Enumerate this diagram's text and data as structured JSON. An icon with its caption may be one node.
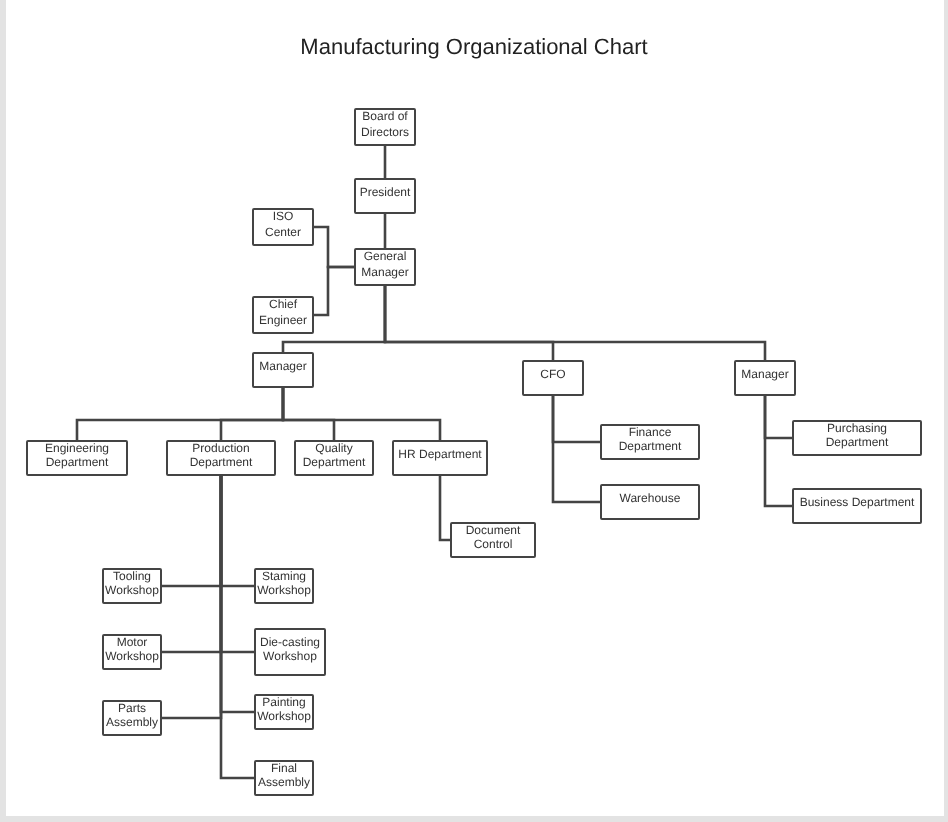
{
  "diagram": {
    "title": "Manufacturing Organizational Chart",
    "nodes": [
      {
        "text": [
          "Board of Directors"
        ]
      },
      {
        "text": [
          "President"
        ]
      },
      {
        "text": [
          "ISO Center"
        ]
      },
      {
        "text": [
          "General Manager"
        ]
      },
      {
        "text": [
          "Chief Engineer"
        ]
      },
      {
        "text": [
          "Manager"
        ]
      },
      {
        "text": [
          "CFO"
        ]
      },
      {
        "text": [
          "Manager"
        ]
      },
      {
        "text": [
          "Engineering Department"
        ]
      },
      {
        "text": [
          "Production Department"
        ]
      },
      {
        "text": [
          "Quality Department"
        ]
      },
      {
        "text": [
          "HR Department"
        ]
      },
      {
        "text": [
          "Finance Department"
        ]
      },
      {
        "text": [
          "Warehouse"
        ]
      },
      {
        "text": [
          "Purchasing Department"
        ]
      },
      {
        "text": [
          "Business Department"
        ]
      },
      {
        "text": [
          "Document Control"
        ]
      },
      {
        "text": [
          "Tooling Workshop"
        ]
      },
      {
        "text": [
          "Staming Workshop"
        ]
      },
      {
        "text": [
          "Motor Workshop"
        ]
      },
      {
        "text": [
          "Die-casting Workshop"
        ]
      },
      {
        "text": [
          "Parts Assembly"
        ]
      },
      {
        "text": [
          "Painting Workshop"
        ]
      },
      {
        "text": [
          "Final Assembly"
        ]
      }
    ],
    "edges": [
      {
        "from": 0,
        "to": 1,
        "arrow": "none"
      },
      {
        "from": 1,
        "to": 3,
        "arrow": "none"
      },
      {
        "from": 3,
        "to": 2,
        "arrow": "none"
      },
      {
        "from": 3,
        "to": 4,
        "arrow": "none"
      },
      {
        "from": 3,
        "to": 5,
        "arrow": "none"
      },
      {
        "from": 3,
        "to": 6,
        "arrow": "none"
      },
      {
        "from": 3,
        "to": 7,
        "arrow": "none"
      },
      {
        "from": 5,
        "to": 8,
        "arrow": "none"
      },
      {
        "from": 5,
        "to": 9,
        "arrow": "none"
      },
      {
        "from": 5,
        "to": 10,
        "arrow": "none"
      },
      {
        "from": 5,
        "to": 11,
        "arrow": "none"
      },
      {
        "from": 6,
        "to": 12,
        "arrow": "none"
      },
      {
        "from": 6,
        "to": 13,
        "arrow": "none"
      },
      {
        "from": 7,
        "to": 14,
        "arrow": "none"
      },
      {
        "from": 7,
        "to": 15,
        "arrow": "none"
      },
      {
        "from": 11,
        "to": 16,
        "arrow": "none"
      },
      {
        "from": 9,
        "to": 17,
        "arrow": "none"
      },
      {
        "from": 9,
        "to": 18,
        "arrow": "none"
      },
      {
        "from": 9,
        "to": 19,
        "arrow": "none"
      },
      {
        "from": 9,
        "to": 20,
        "arrow": "none"
      },
      {
        "from": 9,
        "to": 21,
        "arrow": "none"
      },
      {
        "from": 9,
        "to": 22,
        "arrow": "none"
      },
      {
        "from": 9,
        "to": 23,
        "arrow": "none"
      }
    ]
  }
}
